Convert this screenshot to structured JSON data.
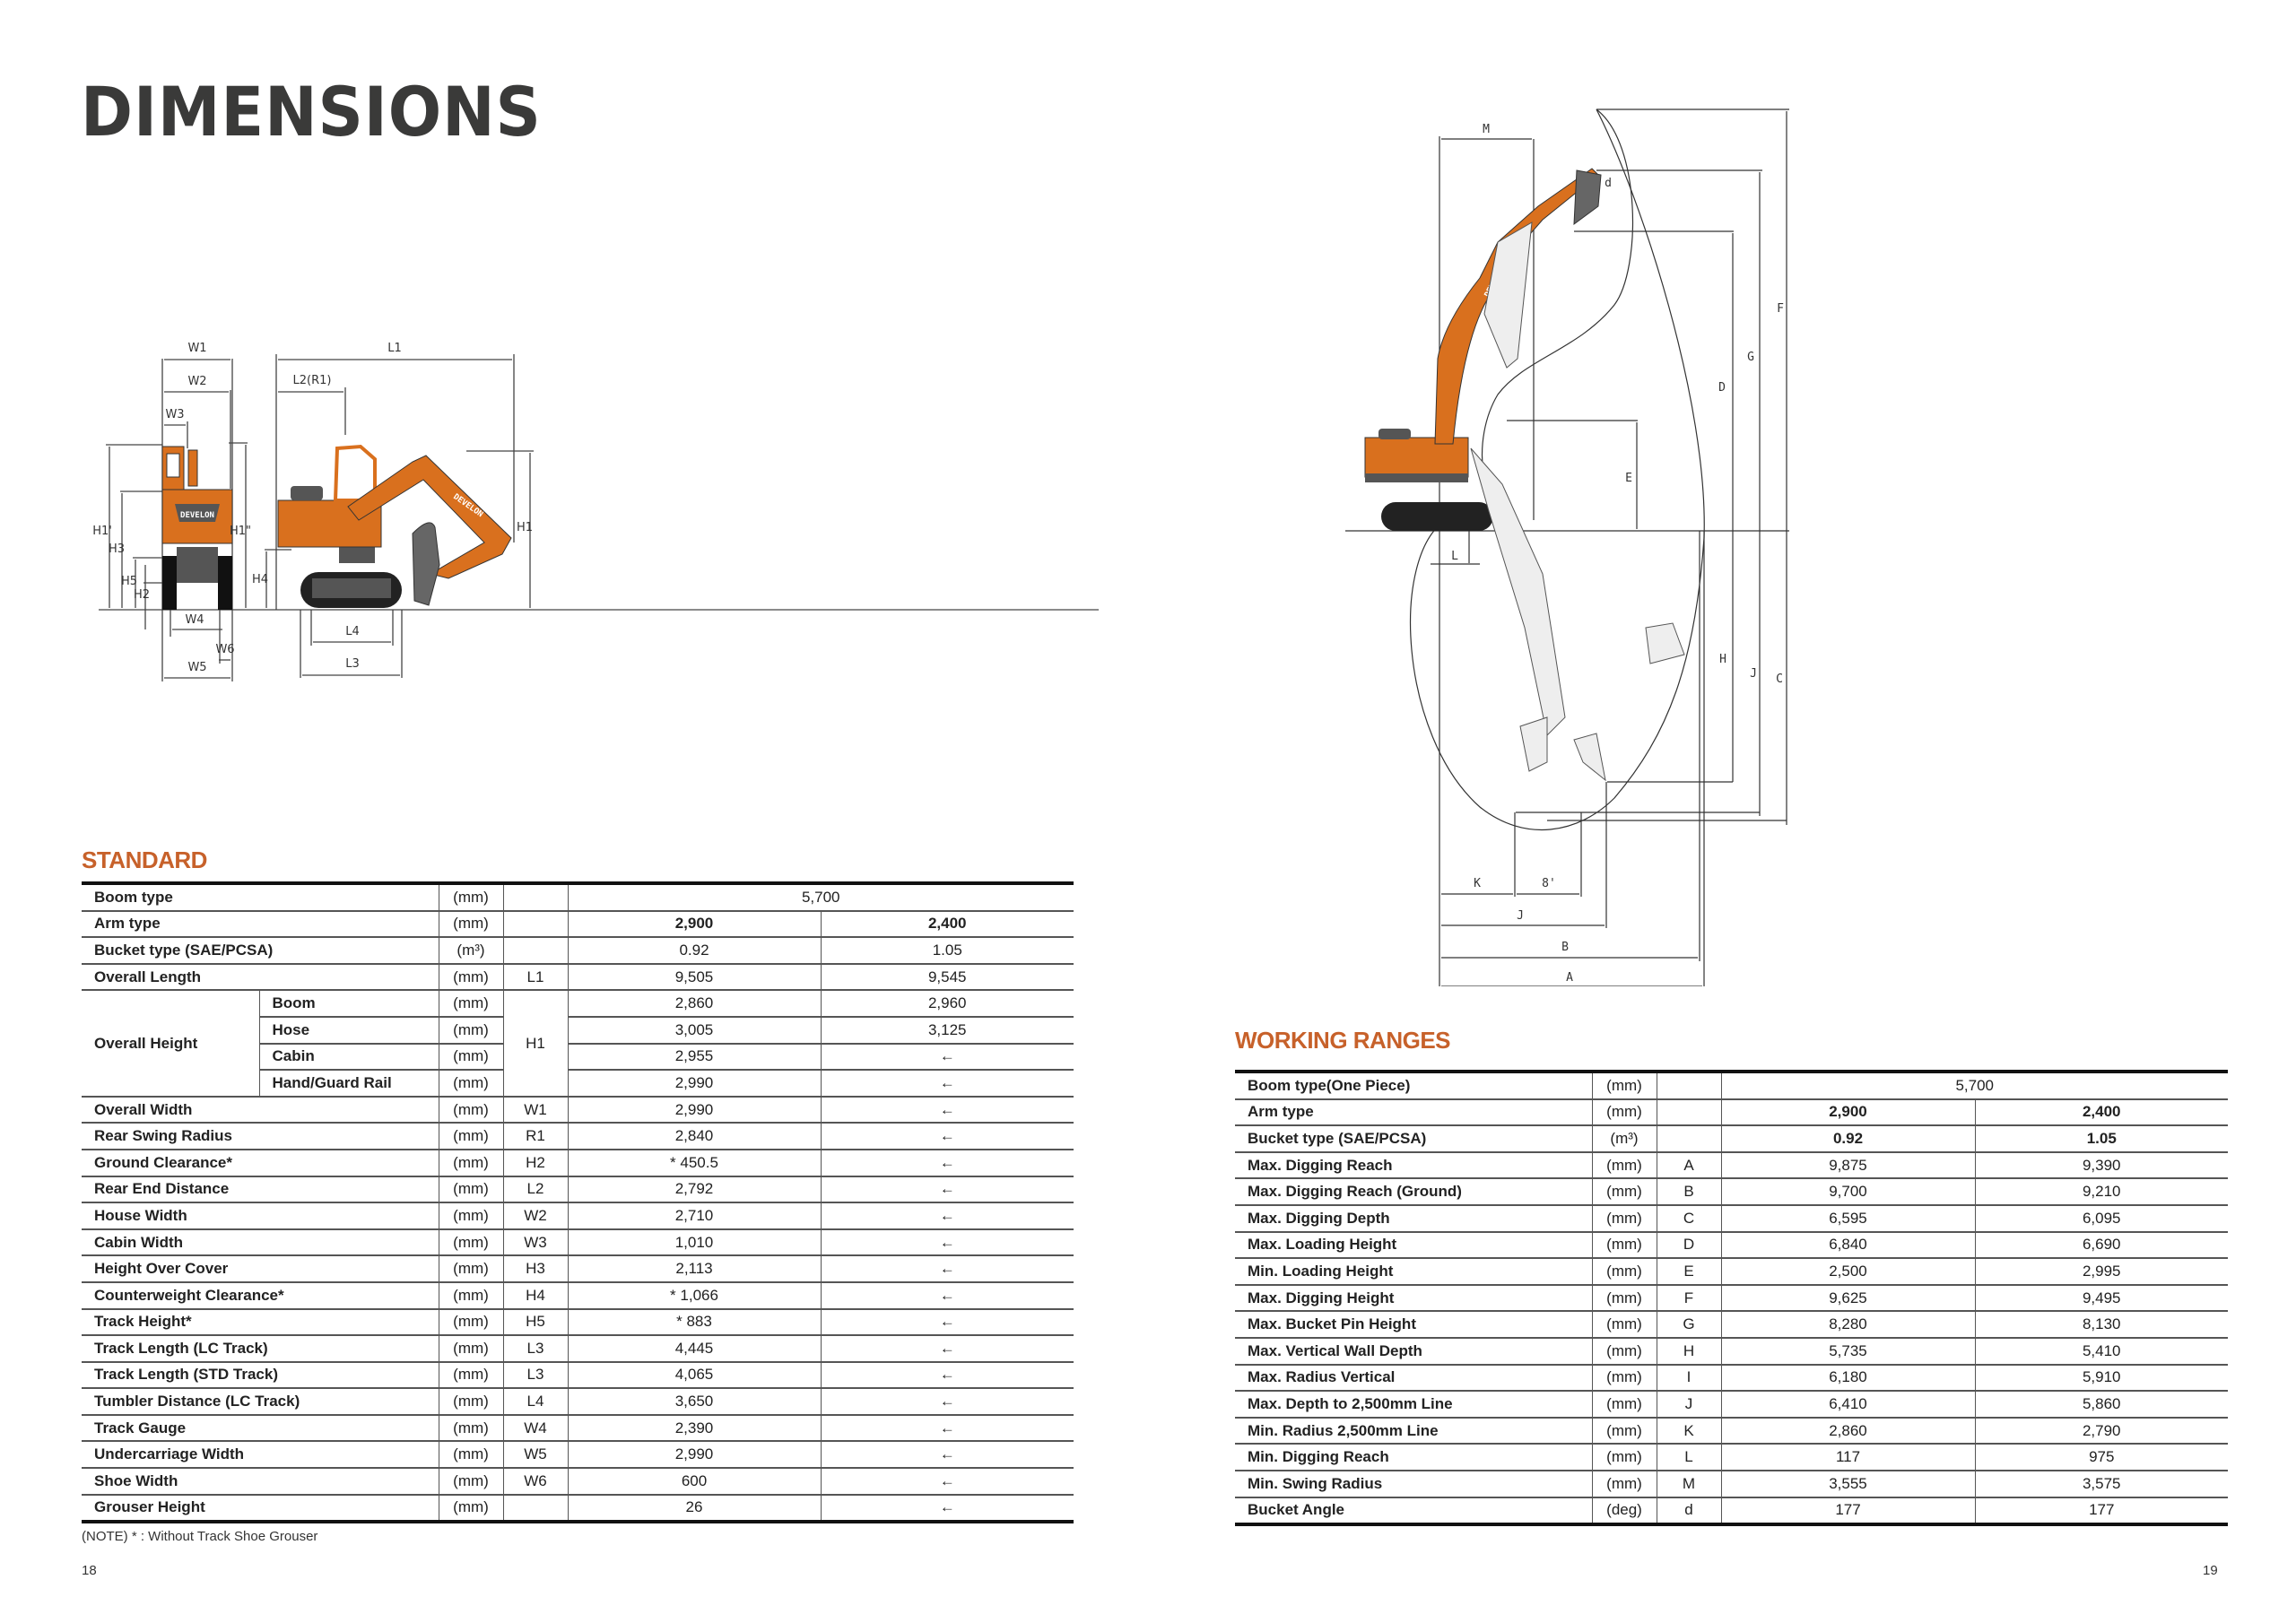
{
  "page": {
    "title": "DIMENSIONS",
    "left_page_number": "18",
    "right_page_number": "19",
    "accent_color": "#c7612a",
    "machine_color": "#d9701e",
    "brand_label": "DEVELON"
  },
  "dimensions_diagram": {
    "front_labels": [
      "W1",
      "W2",
      "W3",
      "H1'",
      "H3",
      "H5",
      "H2",
      "H1\"",
      "W4",
      "W6",
      "W5"
    ],
    "side_labels": [
      "L1",
      "L2(R1)",
      "H4",
      "H1",
      "L4",
      "L3"
    ]
  },
  "working_range_diagram": {
    "labels": [
      "M",
      "d",
      "F",
      "G",
      "D",
      "E",
      "L",
      "H",
      "J",
      "C",
      "K",
      "8'",
      "J",
      "B",
      "A"
    ]
  },
  "standard": {
    "section_title": "STANDARD",
    "boom_type": {
      "label": "Boom type",
      "unit": "(mm)",
      "code": "",
      "value": "5,700"
    },
    "arm_type": {
      "label": "Arm type",
      "unit": "(mm)",
      "code": "",
      "values": [
        "2,900",
        "2,400"
      ]
    },
    "bucket_type": {
      "label": "Bucket type (SAE/PCSA)",
      "unit": "(m³)",
      "code": "",
      "values": [
        "0.92",
        "1.05"
      ]
    },
    "overall_length": {
      "label": "Overall Length",
      "unit": "(mm)",
      "code": "L1",
      "values": [
        "9,505",
        "9,545"
      ]
    },
    "overall_height": {
      "label": "Overall Height",
      "code": "H1",
      "rows": [
        {
          "label": "Boom",
          "unit": "(mm)",
          "values": [
            "2,860",
            "2,960"
          ]
        },
        {
          "label": "Hose",
          "unit": "(mm)",
          "values": [
            "3,005",
            "3,125"
          ]
        },
        {
          "label": "Cabin",
          "unit": "(mm)",
          "values": [
            "2,955",
            "←"
          ]
        },
        {
          "label": "Hand/Guard Rail",
          "unit": "(mm)",
          "values": [
            "2,990",
            "←"
          ]
        }
      ]
    },
    "rows": [
      {
        "label": "Overall Width",
        "unit": "(mm)",
        "code": "W1",
        "values": [
          "2,990",
          "←"
        ]
      },
      {
        "label": "Rear Swing Radius",
        "unit": "(mm)",
        "code": "R1",
        "values": [
          "2,840",
          "←"
        ]
      },
      {
        "label": "Ground Clearance*",
        "unit": "(mm)",
        "code": "H2",
        "values": [
          "* 450.5",
          "←"
        ]
      },
      {
        "label": "Rear End Distance",
        "unit": "(mm)",
        "code": "L2",
        "values": [
          "2,792",
          "←"
        ]
      },
      {
        "label": "House Width",
        "unit": "(mm)",
        "code": "W2",
        "values": [
          "2,710",
          "←"
        ]
      },
      {
        "label": "Cabin Width",
        "unit": "(mm)",
        "code": "W3",
        "values": [
          "1,010",
          "←"
        ]
      },
      {
        "label": "Height Over Cover",
        "unit": "(mm)",
        "code": "H3",
        "values": [
          "2,113",
          "←"
        ]
      },
      {
        "label": "Counterweight Clearance*",
        "unit": "(mm)",
        "code": "H4",
        "values": [
          "* 1,066",
          "←"
        ]
      },
      {
        "label": "Track Height*",
        "unit": "(mm)",
        "code": "H5",
        "values": [
          "* 883",
          "←"
        ]
      },
      {
        "label": "Track Length (LC Track)",
        "unit": "(mm)",
        "code": "L3",
        "values": [
          "4,445",
          "←"
        ]
      },
      {
        "label": "Track Length (STD Track)",
        "unit": "(mm)",
        "code": "L3",
        "values": [
          "4,065",
          "←"
        ]
      },
      {
        "label": "Tumbler Distance (LC Track)",
        "unit": "(mm)",
        "code": "L4",
        "values": [
          "3,650",
          "←"
        ]
      },
      {
        "label": "Track Gauge",
        "unit": "(mm)",
        "code": "W4",
        "values": [
          "2,390",
          "←"
        ]
      },
      {
        "label": "Undercarriage Width",
        "unit": "(mm)",
        "code": "W5",
        "values": [
          "2,990",
          "←"
        ]
      },
      {
        "label": "Shoe Width",
        "unit": "(mm)",
        "code": "W6",
        "values": [
          "600",
          "←"
        ]
      },
      {
        "label": "Grouser Height",
        "unit": "(mm)",
        "code": "",
        "values": [
          "26",
          "←"
        ]
      }
    ],
    "note": "(NOTE) * : Without Track Shoe Grouser"
  },
  "working_ranges": {
    "section_title": "WORKING RANGES",
    "boom_type": {
      "label": "Boom type(One Piece)",
      "unit": "(mm)",
      "code": "",
      "value": "5,700"
    },
    "arm_type": {
      "label": "Arm type",
      "unit": "(mm)",
      "code": "",
      "values": [
        "2,900",
        "2,400"
      ]
    },
    "bucket_type": {
      "label": "Bucket type (SAE/PCSA)",
      "unit": "(m³)",
      "code": "",
      "values": [
        "0.92",
        "1.05"
      ]
    },
    "rows": [
      {
        "label": "Max. Digging Reach",
        "unit": "(mm)",
        "code": "A",
        "values": [
          "9,875",
          "9,390"
        ]
      },
      {
        "label": "Max. Digging Reach (Ground)",
        "unit": "(mm)",
        "code": "B",
        "values": [
          "9,700",
          "9,210"
        ]
      },
      {
        "label": "Max. Digging Depth",
        "unit": "(mm)",
        "code": "C",
        "values": [
          "6,595",
          "6,095"
        ]
      },
      {
        "label": "Max. Loading Height",
        "unit": "(mm)",
        "code": "D",
        "values": [
          "6,840",
          "6,690"
        ]
      },
      {
        "label": "Min. Loading Height",
        "unit": "(mm)",
        "code": "E",
        "values": [
          "2,500",
          "2,995"
        ]
      },
      {
        "label": "Max. Digging Height",
        "unit": "(mm)",
        "code": "F",
        "values": [
          "9,625",
          "9,495"
        ]
      },
      {
        "label": "Max. Bucket Pin Height",
        "unit": "(mm)",
        "code": "G",
        "values": [
          "8,280",
          "8,130"
        ]
      },
      {
        "label": "Max. Vertical Wall Depth",
        "unit": "(mm)",
        "code": "H",
        "values": [
          "5,735",
          "5,410"
        ]
      },
      {
        "label": "Max. Radius Vertical",
        "unit": "(mm)",
        "code": "I",
        "values": [
          "6,180",
          "5,910"
        ]
      },
      {
        "label": "Max. Depth to 2,500mm Line",
        "unit": "(mm)",
        "code": "J",
        "values": [
          "6,410",
          "5,860"
        ]
      },
      {
        "label": "Min. Radius 2,500mm Line",
        "unit": "(mm)",
        "code": "K",
        "values": [
          "2,860",
          "2,790"
        ]
      },
      {
        "label": "Min. Digging Reach",
        "unit": "(mm)",
        "code": "L",
        "values": [
          "117",
          "975"
        ]
      },
      {
        "label": "Min. Swing Radius",
        "unit": "(mm)",
        "code": "M",
        "values": [
          "3,555",
          "3,575"
        ]
      },
      {
        "label": "Bucket Angle",
        "unit": "(deg)",
        "code": "d",
        "values": [
          "177",
          "177"
        ]
      }
    ]
  }
}
